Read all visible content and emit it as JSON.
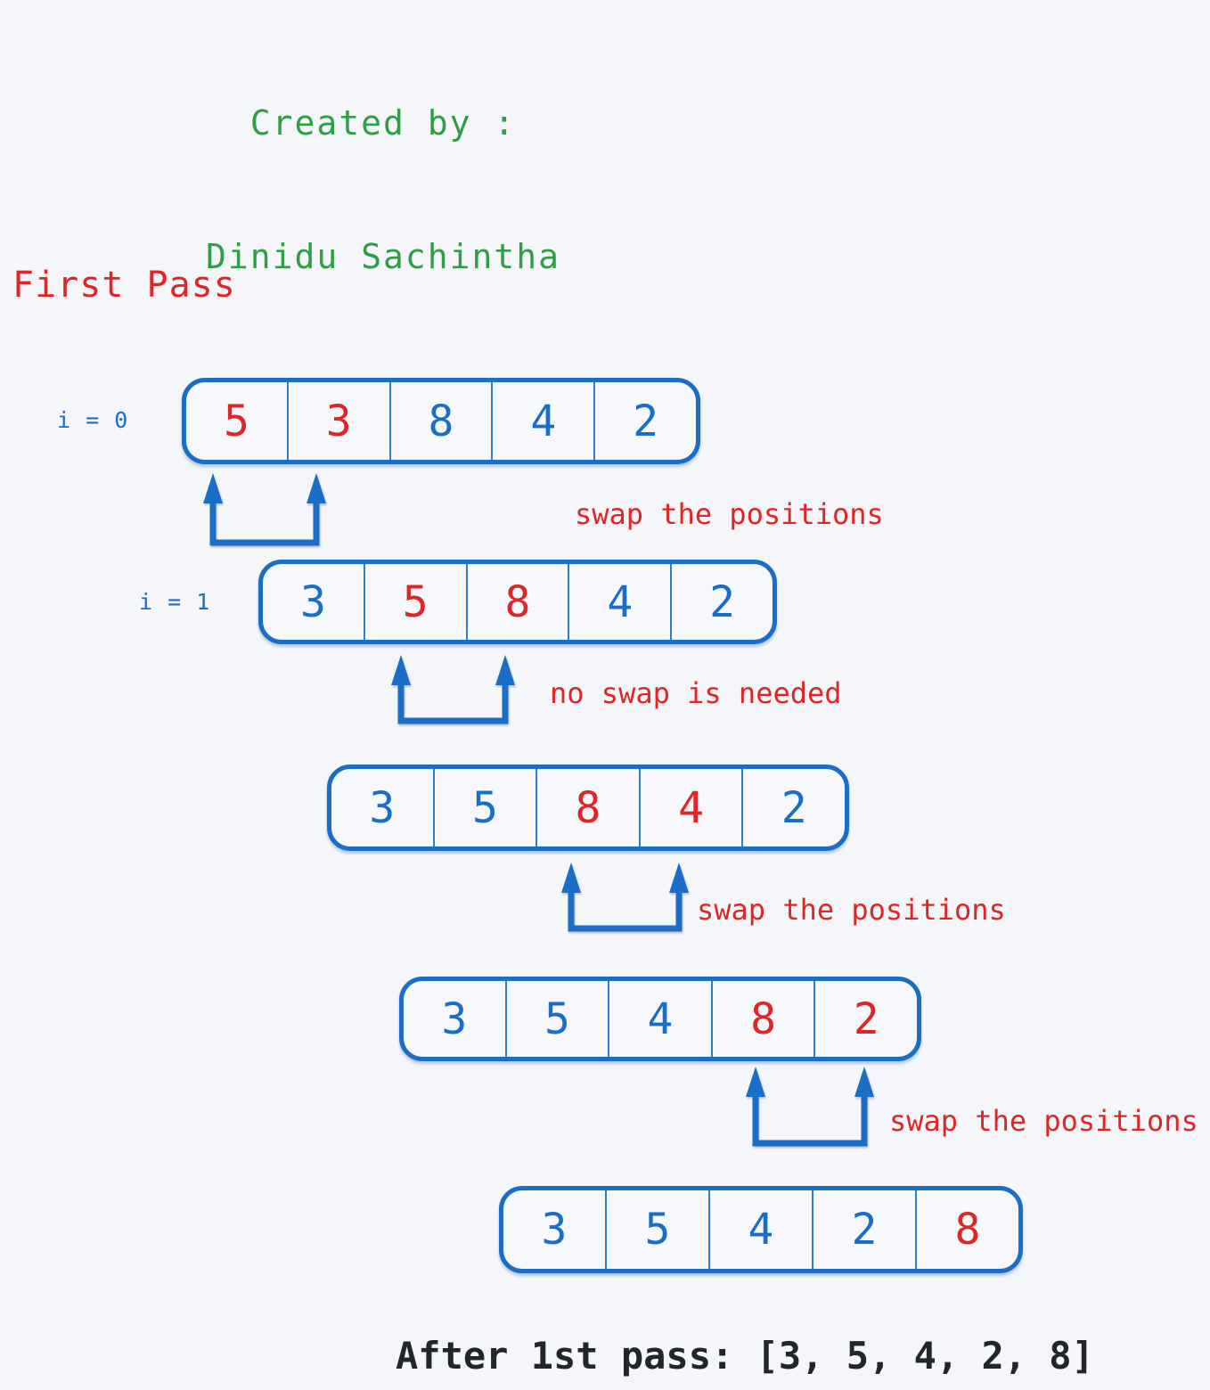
{
  "page": {
    "background": "#f4f6fa"
  },
  "colors": {
    "bg": "#f4f6fa",
    "blue": "#1b6ec5",
    "red": "#df2525",
    "green": "#2f9e44",
    "dark": "#22262b",
    "divider": "#2f7dcb"
  },
  "header": {
    "line1": "Created by :",
    "line2": "Dinidu Sachintha"
  },
  "section_title": "First Pass",
  "steps": [
    {
      "label": "i = 0",
      "cells": [
        {
          "v": "5",
          "cls": "num red"
        },
        {
          "v": "3",
          "cls": "num red"
        },
        {
          "v": "8",
          "cls": "num blue"
        },
        {
          "v": "4",
          "cls": "num blue"
        },
        {
          "v": "2",
          "cls": "num blue"
        }
      ],
      "caption": "swap the positions"
    },
    {
      "label": "i = 1",
      "cells": [
        {
          "v": "3",
          "cls": "num blue"
        },
        {
          "v": "5",
          "cls": "num red"
        },
        {
          "v": "8",
          "cls": "num red"
        },
        {
          "v": "4",
          "cls": "num blue"
        },
        {
          "v": "2",
          "cls": "num blue"
        }
      ],
      "caption": "no swap is needed"
    },
    {
      "cells": [
        {
          "v": "3",
          "cls": "num blue"
        },
        {
          "v": "5",
          "cls": "num blue"
        },
        {
          "v": "8",
          "cls": "num red"
        },
        {
          "v": "4",
          "cls": "num red"
        },
        {
          "v": "2",
          "cls": "num blue"
        }
      ],
      "caption": "swap the positions"
    },
    {
      "cells": [
        {
          "v": "3",
          "cls": "num blue"
        },
        {
          "v": "5",
          "cls": "num blue"
        },
        {
          "v": "4",
          "cls": "num blue"
        },
        {
          "v": "8",
          "cls": "num red"
        },
        {
          "v": "2",
          "cls": "num red"
        }
      ],
      "caption": "swap the positions"
    },
    {
      "cells": [
        {
          "v": "3",
          "cls": "num blue"
        },
        {
          "v": "5",
          "cls": "num blue"
        },
        {
          "v": "4",
          "cls": "num blue"
        },
        {
          "v": "2",
          "cls": "num blue"
        },
        {
          "v": "8",
          "cls": "num red"
        }
      ]
    }
  ],
  "result": "After 1st pass: [3, 5, 4, 2, 8]"
}
